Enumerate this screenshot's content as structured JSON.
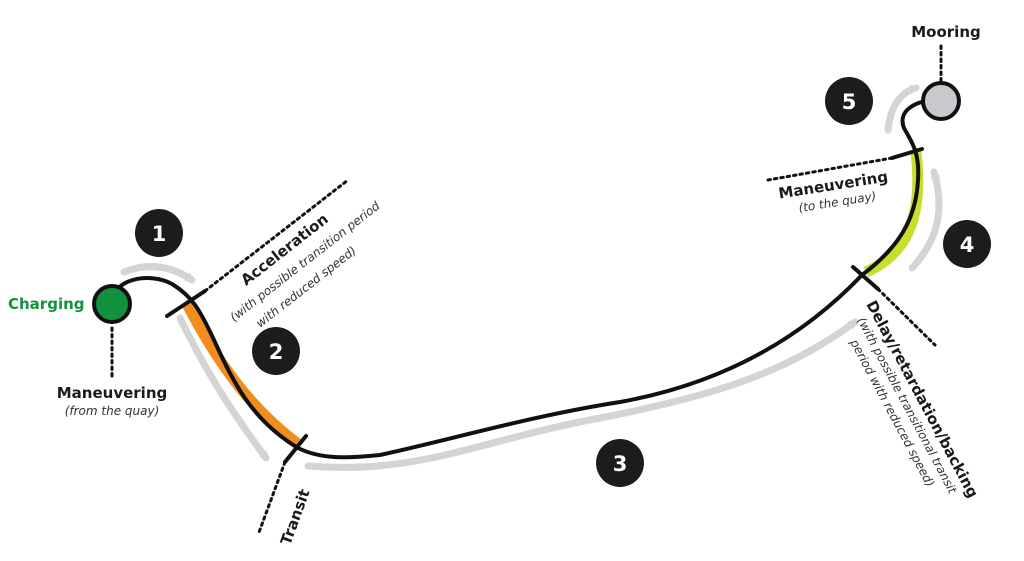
{
  "colors": {
    "path": "#111111",
    "guide": "#d4d4d4",
    "acceleration_highlight": "#f28c1e",
    "retardation_highlight": "#c9dd2c",
    "charging": "#14913f",
    "mooring": "#c8c9cc",
    "step_badge": "#1c1c1c"
  },
  "labels": {
    "charging": "Charging",
    "mooring": "Mooring",
    "maneuvering_from": "Maneuvering",
    "maneuvering_from_sub": "(from the quay)",
    "maneuvering_to": "Maneuvering",
    "maneuvering_to_sub": "(to the quay)",
    "acceleration": "Acceleration",
    "acceleration_sub1": "(with possible transition period",
    "acceleration_sub2": "with reduced speed)",
    "transit": "Transit",
    "delay": "Delay/retardation/backing",
    "delay_sub1": "(with possible transitional transit",
    "delay_sub2": "period with reduced speed)"
  },
  "steps": [
    "1",
    "2",
    "3",
    "4",
    "5"
  ]
}
